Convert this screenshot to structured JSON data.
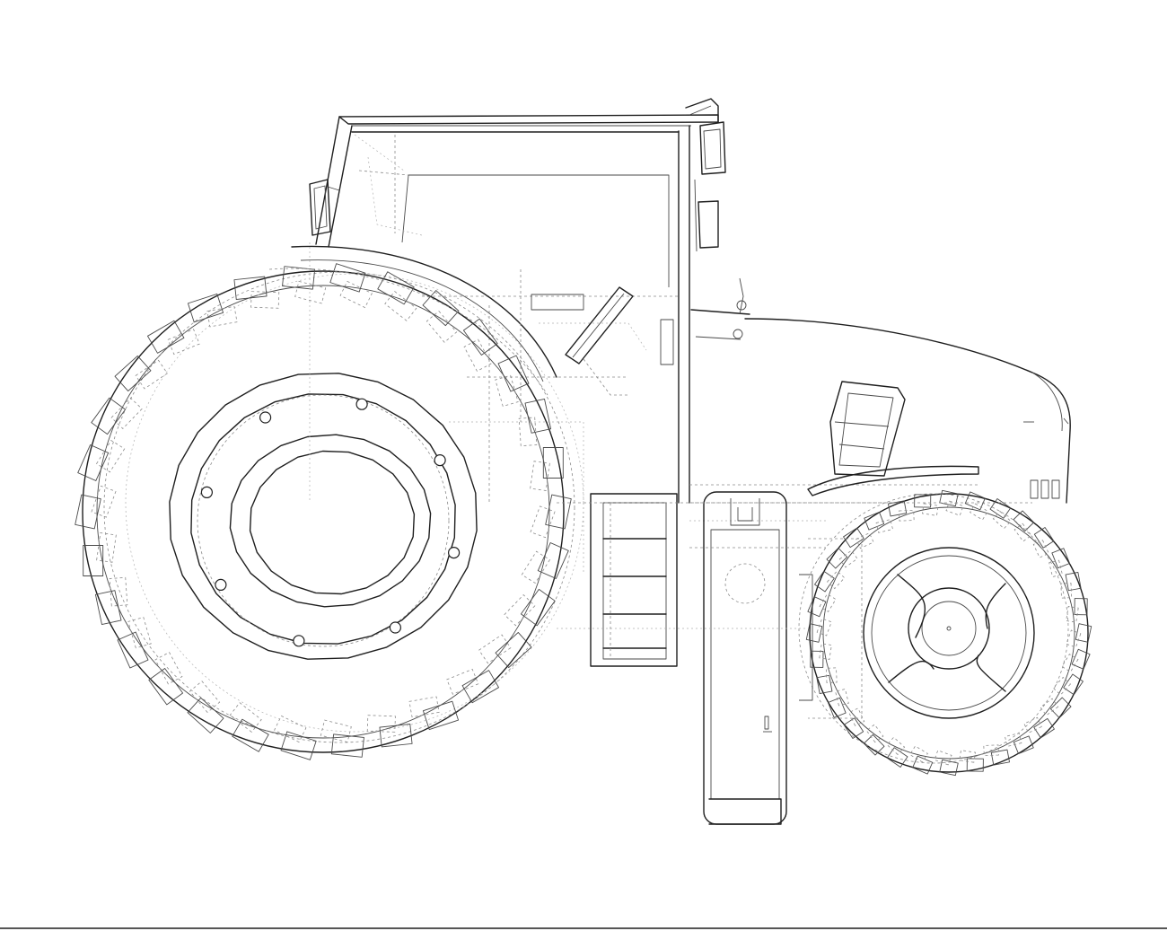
{
  "drawing": {
    "subject": "tractor-wireframe",
    "style": "technical line drawing",
    "colors": {
      "background": "#ffffff",
      "line": "#1f1f1f",
      "hidden_line": "#8a8a8a"
    },
    "rear_wheel_lugs": 30,
    "front_wheel_lugs": 32,
    "rear_hub_bolts": 8
  }
}
